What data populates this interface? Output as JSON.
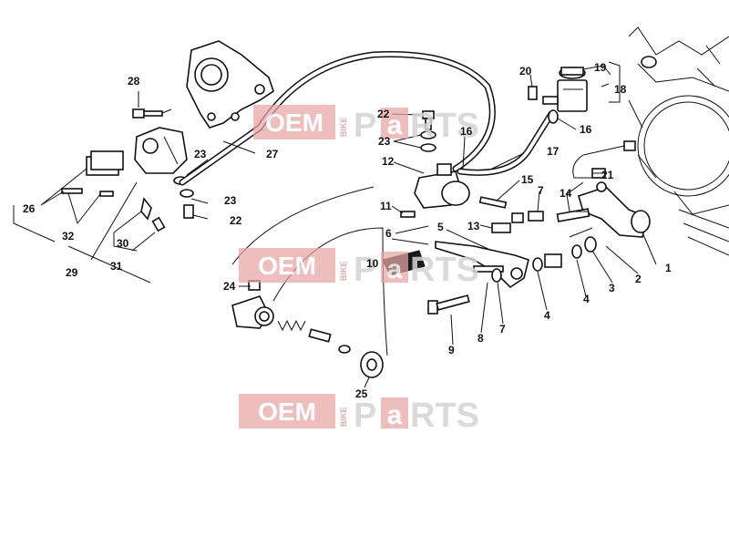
{
  "callouts": {
    "c1": "1",
    "c2": "2",
    "c3": "3",
    "c4a": "4",
    "c4b": "4",
    "c5": "5",
    "c6": "6",
    "c7a": "7",
    "c7b": "7",
    "c8": "8",
    "c9": "9",
    "c10": "10",
    "c11": "11",
    "c12": "12",
    "c13": "13",
    "c14": "14",
    "c15": "15",
    "c16a": "16",
    "c16b": "16",
    "c17": "17",
    "c18": "18",
    "c19": "19",
    "c20": "20",
    "c21": "21",
    "c22a": "22",
    "c22b": "22",
    "c23a": "23",
    "c23b": "23",
    "c23c": "23",
    "c24": "24",
    "c25": "25",
    "c26": "26",
    "c27": "27",
    "c28": "28",
    "c29": "29",
    "c30": "30",
    "c31": "31",
    "c32": "32"
  },
  "watermark": {
    "oem": "OEM",
    "bike": "BIKE",
    "p": "P",
    "a": "a",
    "rts": "RTS"
  }
}
